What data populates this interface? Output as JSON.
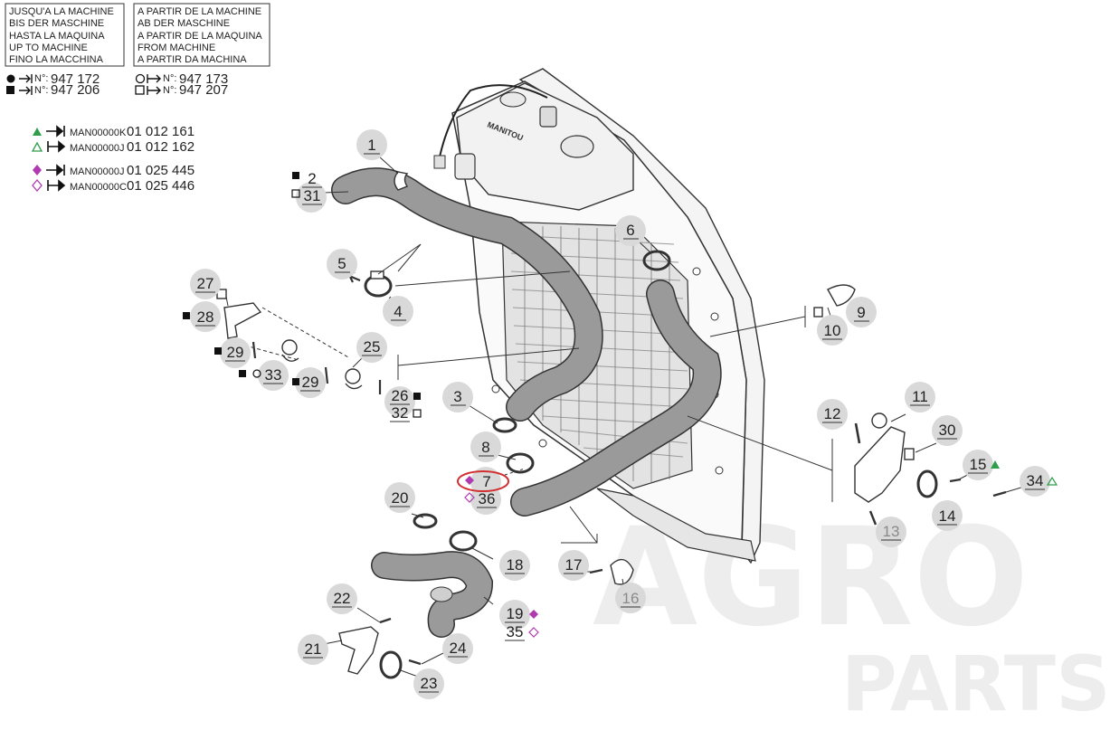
{
  "until_box": {
    "lines": [
      "JUSQU'A LA MACHINE",
      "BIS DER MASCHINE",
      "HASTA LA MAQUINA",
      "UP TO MACHINE",
      "FINO LA MACCHINA"
    ]
  },
  "from_box": {
    "lines": [
      "A PARTIR DE LA MACHINE",
      "AB DER MASCHINE",
      "A PARTIR DE LA MAQUINA",
      "FROM MACHINE",
      "A PARTIR DA MACHINA"
    ]
  },
  "serial_legend": {
    "prefix": "N°:",
    "until_circle": "947 172",
    "until_square": "947 206",
    "from_circle": "947 173",
    "from_square": "947 207"
  },
  "man_legend": [
    {
      "symbol": "triangle-filled",
      "color": "#2e9e4a",
      "arrow": "until",
      "code": "MAN00000K",
      "number": "01 012 161"
    },
    {
      "symbol": "triangle-outline",
      "color": "#2e9e4a",
      "arrow": "from",
      "code": "MAN00000J",
      "number": "01 012 162"
    },
    {
      "symbol": "diamond-filled",
      "color": "#b03ab0",
      "arrow": "until",
      "code": "MAN00000J",
      "number": "01 025 445"
    },
    {
      "symbol": "diamond-outline",
      "color": "#b03ab0",
      "arrow": "from",
      "code": "MAN00000C",
      "number": "01 025 446"
    }
  ],
  "parts": [
    {
      "id": "p1",
      "label": "1"
    },
    {
      "id": "p2",
      "label": "2"
    },
    {
      "id": "p31",
      "label": "31"
    },
    {
      "id": "p5",
      "label": "5"
    },
    {
      "id": "p4",
      "label": "4"
    },
    {
      "id": "p6",
      "label": "6"
    },
    {
      "id": "p27",
      "label": "27"
    },
    {
      "id": "p28",
      "label": "28"
    },
    {
      "id": "p29a",
      "label": "29"
    },
    {
      "id": "p33",
      "label": "33"
    },
    {
      "id": "p29b",
      "label": "29"
    },
    {
      "id": "p25",
      "label": "25"
    },
    {
      "id": "p26",
      "label": "26"
    },
    {
      "id": "p32",
      "label": "32"
    },
    {
      "id": "p9",
      "label": "9"
    },
    {
      "id": "p10",
      "label": "10"
    },
    {
      "id": "p3",
      "label": "3"
    },
    {
      "id": "p8",
      "label": "8"
    },
    {
      "id": "p7",
      "label": "7"
    },
    {
      "id": "p36",
      "label": "36"
    },
    {
      "id": "p11",
      "label": "11"
    },
    {
      "id": "p12",
      "label": "12"
    },
    {
      "id": "p30",
      "label": "30"
    },
    {
      "id": "p15",
      "label": "15"
    },
    {
      "id": "p34",
      "label": "34"
    },
    {
      "id": "p13",
      "label": "13"
    },
    {
      "id": "p14",
      "label": "14"
    },
    {
      "id": "p20",
      "label": "20"
    },
    {
      "id": "p18",
      "label": "18"
    },
    {
      "id": "p17",
      "label": "17"
    },
    {
      "id": "p16",
      "label": "16"
    },
    {
      "id": "p19",
      "label": "19"
    },
    {
      "id": "p35",
      "label": "35"
    },
    {
      "id": "p22",
      "label": "22"
    },
    {
      "id": "p21",
      "label": "21"
    },
    {
      "id": "p24",
      "label": "24"
    },
    {
      "id": "p23",
      "label": "23"
    }
  ],
  "tank_brand": "MANITOU",
  "watermark": {
    "line1": "AGRO",
    "line2": "PARTS"
  },
  "colors": {
    "triangle": "#2e9e4a",
    "diamond": "#b03ab0",
    "highlight": "#d23030",
    "bubble": "#d9d9d9"
  }
}
